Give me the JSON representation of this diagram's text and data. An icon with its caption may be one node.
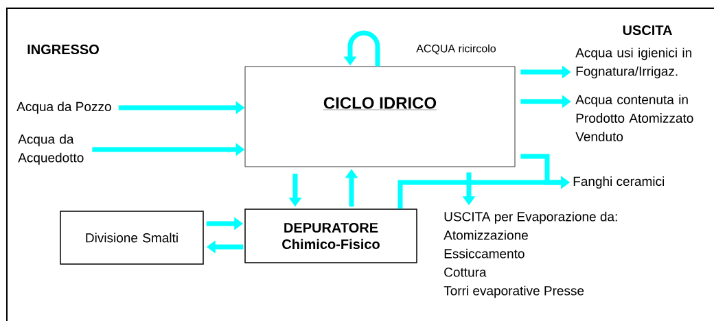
{
  "diagram": {
    "nodes": [
      {
        "text": [
          "CICLO IDRICO"
        ]
      },
      {
        "text": [
          "DEPURATORE Chimico-Fisico"
        ]
      },
      {
        "text": [
          "Divisione Smalti"
        ]
      },
      {
        "text": [
          "Acqua da Pozzo"
        ]
      },
      {
        "text": [
          "Acqua da Acquedotto"
        ]
      },
      {
        "text": [
          "Acqua usi igienici in Fognatura/Irrigaz."
        ]
      },
      {
        "text": [
          "Acqua contenuta in Prodotto Atomizzato Venduto"
        ]
      },
      {
        "text": [
          "Fanghi ceramici"
        ]
      },
      {
        "text": [
          "USCITA per Evaporazione da:",
          "Atomizzazione",
          "Essiccamento",
          "Cottura",
          "Torri evaporative Presse"
        ]
      }
    ],
    "edges": [
      {
        "from": 3,
        "to": 0,
        "arrow": "to"
      },
      {
        "from": 4,
        "to": 0,
        "arrow": "to"
      },
      {
        "from": 0,
        "to": 5,
        "arrow": "to"
      },
      {
        "from": 0,
        "to": 6,
        "arrow": "to"
      },
      {
        "from": 0,
        "to": 7,
        "arrow": "to"
      },
      {
        "from": 1,
        "to": 7,
        "arrow": "to"
      },
      {
        "from": 0,
        "to": 8,
        "arrow": "to"
      },
      {
        "from": 0,
        "to": 1,
        "arrow": "to"
      },
      {
        "from": 1,
        "to": 0,
        "arrow": "to"
      },
      {
        "from": 2,
        "to": 1,
        "arrow": "to"
      },
      {
        "from": 1,
        "to": 2,
        "arrow": "to"
      },
      {
        "from": 0,
        "to": 0,
        "arrow": "to",
        "label": "ACQUA ricircolo"
      }
    ],
    "labels": [
      "INGRESSO",
      "USCITA"
    ]
  }
}
